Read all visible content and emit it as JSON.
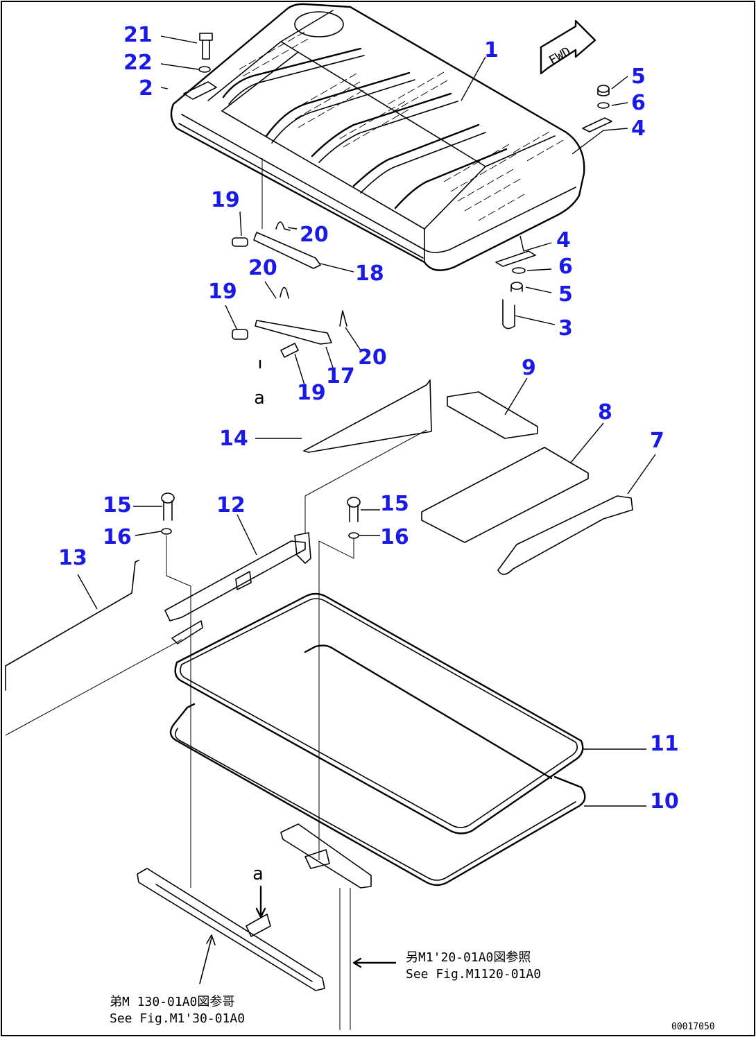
{
  "callouts": [
    "21",
    "22",
    "2",
    "1",
    "5",
    "6",
    "4",
    "19",
    "20",
    "18",
    "4",
    "6",
    "5",
    "3",
    "20",
    "19",
    "17",
    "20",
    "19",
    "9",
    "8",
    "7",
    "14",
    "15",
    "16",
    "12",
    "15",
    "16",
    "13",
    "11",
    "10"
  ],
  "fwd_label": "FWD",
  "detail_mark_top": "a",
  "detail_mark_bottom": "a",
  "note_right": {
    "jp": "另M1'20-01A0図参照",
    "en": "See Fig.M1120-01A0"
  },
  "note_left": {
    "jp": "弟M 130-01A0図参哥",
    "en": "See Fig.M1'30-01A0"
  },
  "drawing_code": "00017050"
}
